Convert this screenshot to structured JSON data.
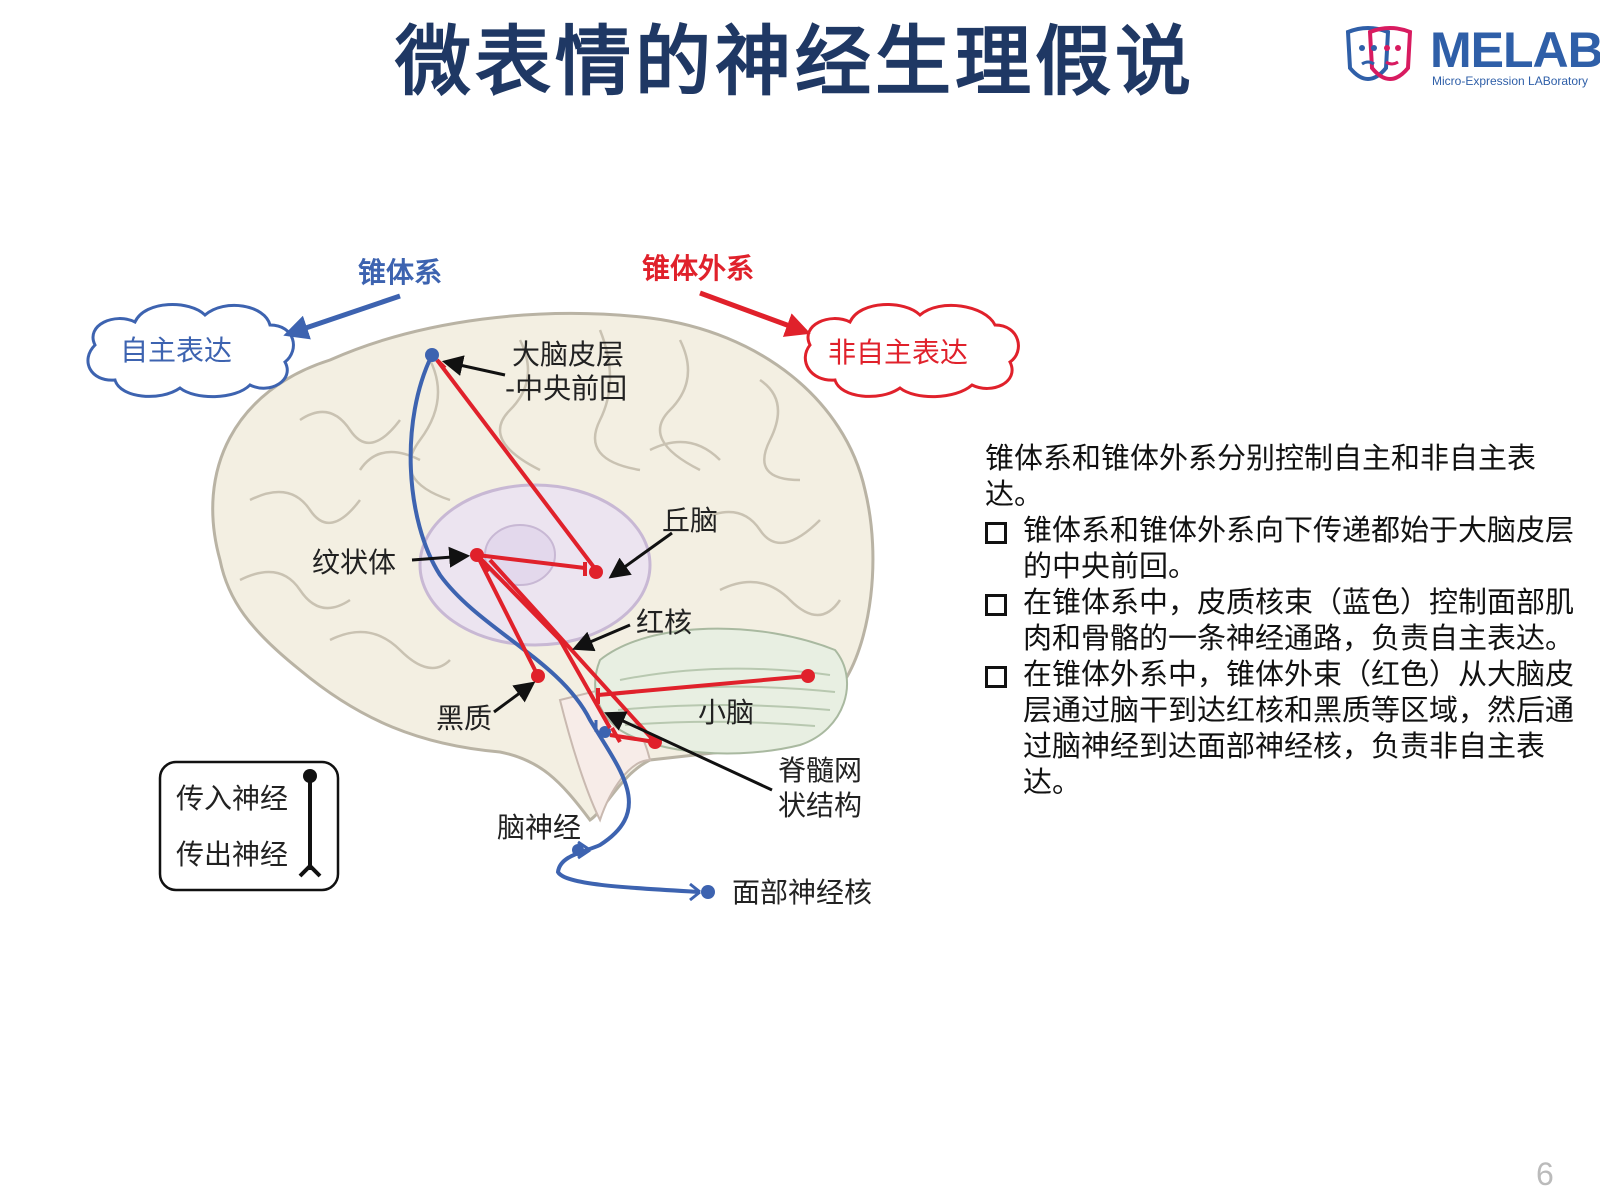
{
  "title": "微表情的神经生理假说",
  "logo": {
    "name": "MELAB",
    "subtitle": "Micro-Expression LABoratory"
  },
  "systems": {
    "pyramidal": "锥体系",
    "extrapyramidal": "锥体外系",
    "voluntary": "自主表达",
    "involuntary": "非自主表达"
  },
  "labels": {
    "cortex_line1": "大脑皮层",
    "cortex_line2": "-中央前回",
    "thalamus": "丘脑",
    "striatum": "纹状体",
    "red_nucleus": "红核",
    "substantia_nigra": "黑质",
    "cerebellum": "小脑",
    "reticular_line1": "脊髓网",
    "reticular_line2": "状结构",
    "cranial_nerve": "脑神经",
    "facial_nucleus": "面部神经核"
  },
  "legend": {
    "afferent": "传入神经",
    "efferent": "传出神经"
  },
  "description": {
    "intro": "锥体系和锥体外系分别控制自主和非自主表达。",
    "bullets": [
      "锥体系和锥体外系向下传递都始于大脑皮层的中央前回。",
      "在锥体系中，皮质核束（蓝色）控制面部肌肉和骨骼的一条神经通路，负责自主表达。",
      "在锥体外系中，锥体外束（红色）从大脑皮层通过脑干到达红核和黑质等区域，然后通过脑神经到达面部神经核，负责非自主表达。"
    ]
  },
  "page_number": "6",
  "colors": {
    "title": "#1f3864",
    "pyramidal": "#3d63b0",
    "extrapyramidal": "#e0212b",
    "brain_fill": "#f3efe2",
    "brain_stroke": "#b9b3a4"
  }
}
